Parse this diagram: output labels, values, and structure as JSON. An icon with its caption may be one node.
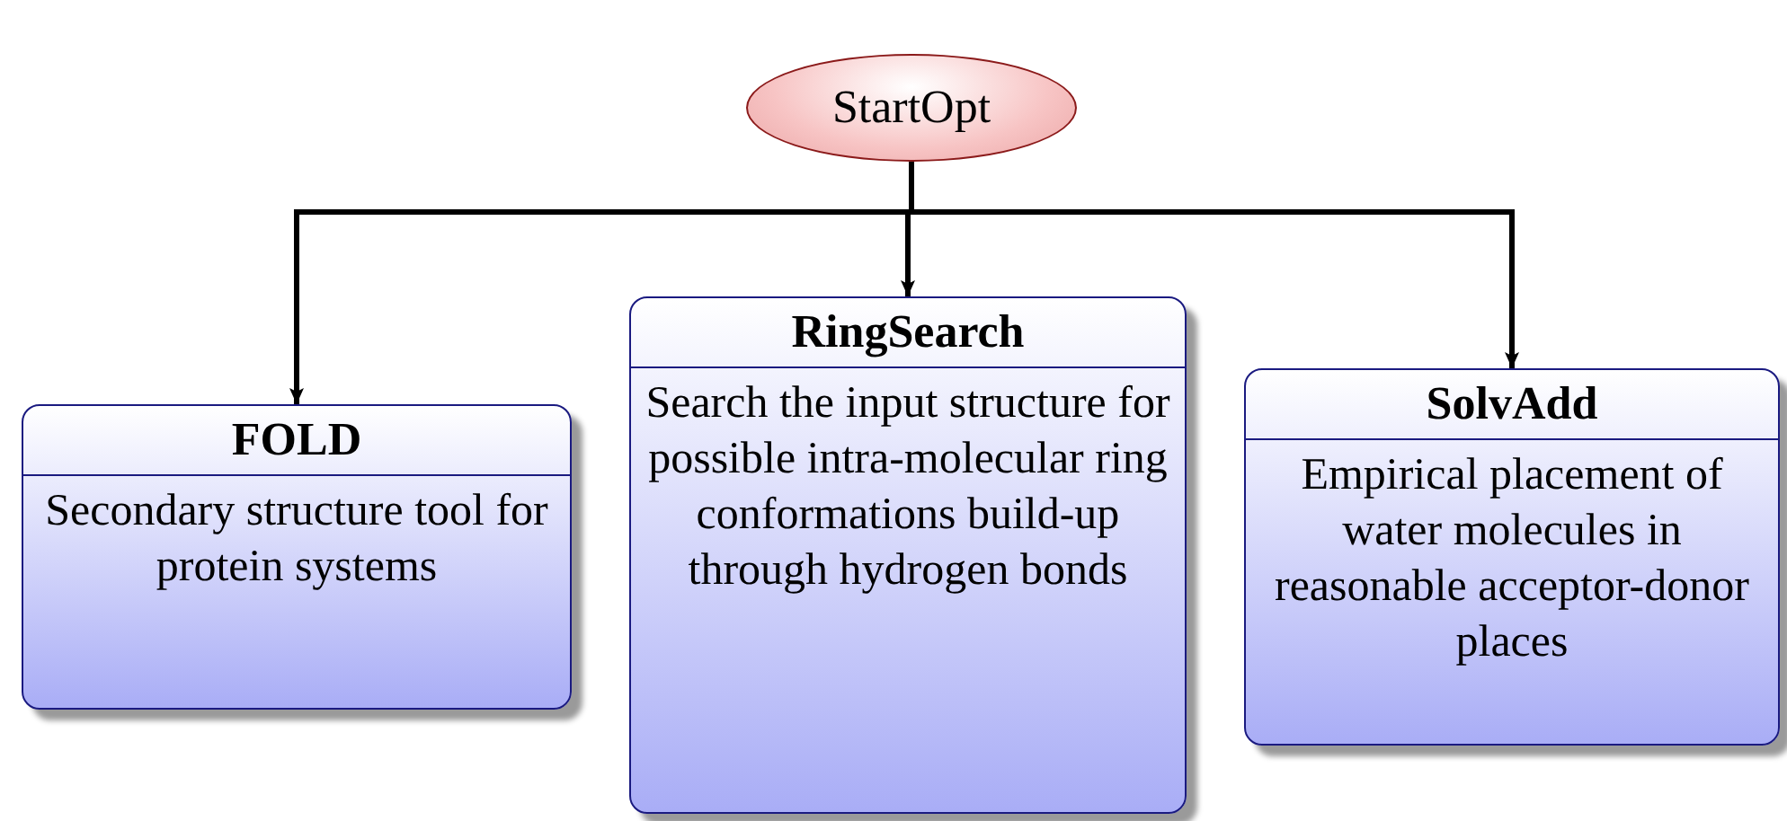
{
  "diagram": {
    "nodes": [
      {
        "text": [
          "StartOpt"
        ]
      },
      {
        "text": [
          "FOLD",
          "Secondary structure tool for protein systems"
        ]
      },
      {
        "text": [
          "RingSearch",
          "Search the input structure for possible intra-molecular ring conformations build-up through hydrogen bonds"
        ]
      },
      {
        "text": [
          "SolvAdd",
          "Empirical placement of water molecules in reasonable acceptor-donor places"
        ]
      }
    ],
    "edges": [
      {
        "from": 0,
        "to": 1,
        "arrow": "to"
      },
      {
        "from": 0,
        "to": 2,
        "arrow": "to"
      },
      {
        "from": 0,
        "to": 3,
        "arrow": "to"
      }
    ]
  }
}
